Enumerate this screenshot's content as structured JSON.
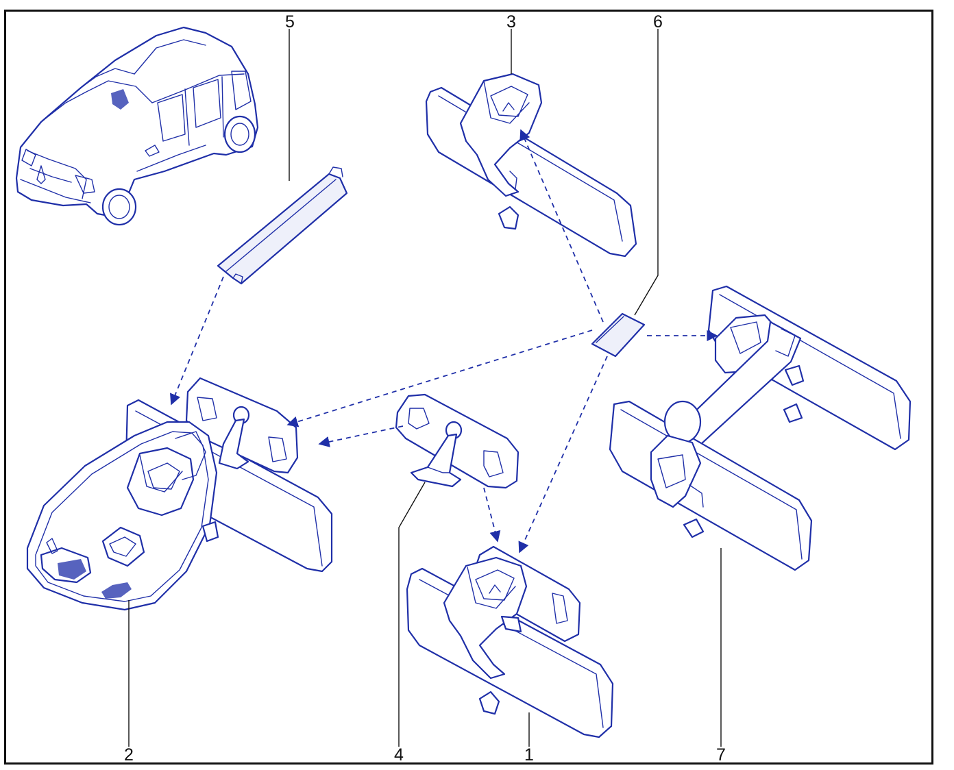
{
  "diagram": {
    "colors": {
      "ink": "#1f2fa8",
      "frame": "#111111",
      "label": "#111111",
      "background": "#ffffff"
    },
    "callouts": [
      {
        "id": "1",
        "text": "1"
      },
      {
        "id": "2",
        "text": "2"
      },
      {
        "id": "3",
        "text": "3"
      },
      {
        "id": "4",
        "text": "4"
      },
      {
        "id": "5",
        "text": "5"
      },
      {
        "id": "6",
        "text": "6"
      },
      {
        "id": "7",
        "text": "7"
      }
    ]
  }
}
